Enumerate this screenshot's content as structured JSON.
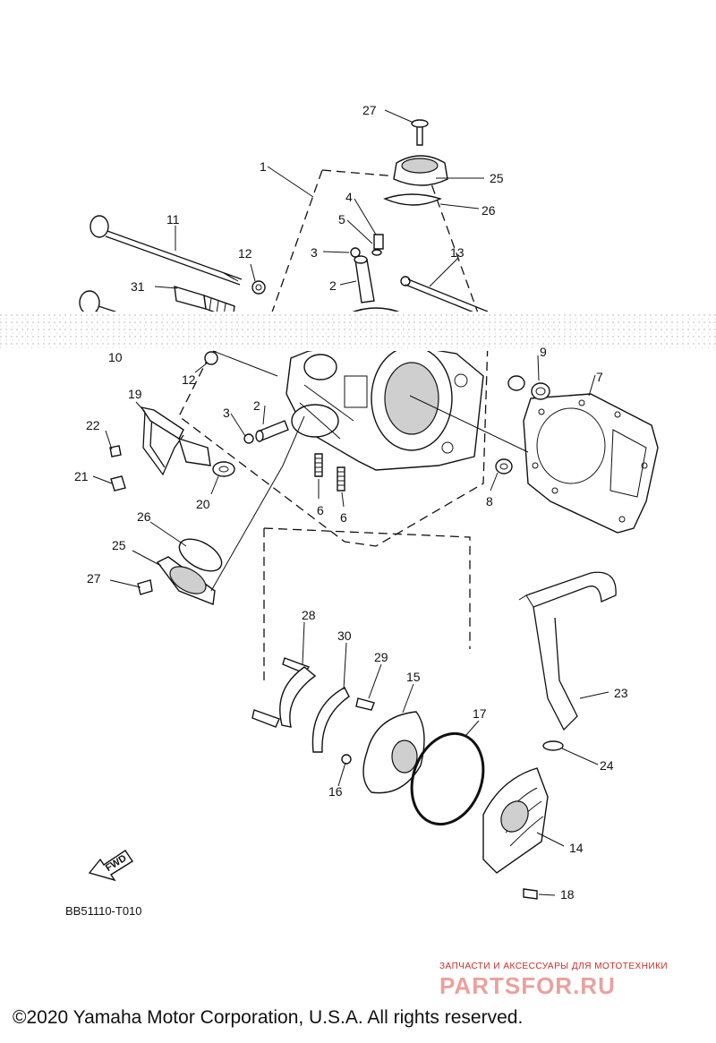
{
  "callouts": {
    "c1": "1",
    "c2a": "2",
    "c2b": "2",
    "c3a": "3",
    "c3b": "3",
    "c4": "4",
    "c5": "5",
    "c6a": "6",
    "c6b": "6",
    "c7": "7",
    "c8": "8",
    "c9": "9",
    "c10": "10",
    "c11": "11",
    "c12a": "12",
    "c12b": "12",
    "c13": "13",
    "c14": "14",
    "c15": "15",
    "c16": "16",
    "c17": "17",
    "c18": "18",
    "c19": "19",
    "c20": "20",
    "c21": "21",
    "c22": "22",
    "c23": "23",
    "c24": "24",
    "c25a": "25",
    "c25b": "25",
    "c26a": "26",
    "c26b": "26",
    "c27a": "27",
    "c27b": "27",
    "c28": "28",
    "c29": "29",
    "c30": "30",
    "c31": "31"
  },
  "fwd_label": "FWD",
  "diagram_code": "BB51110-T010",
  "watermark": {
    "tagline": "ЗАПЧАСТИ И АКСЕССУАРЫ ДЛЯ МОТОТЕХНИКИ",
    "brand": "PARTSFOR.RU"
  },
  "copyright": "©2020 Yamaha Motor Corporation, U.S.A. All rights reserved."
}
